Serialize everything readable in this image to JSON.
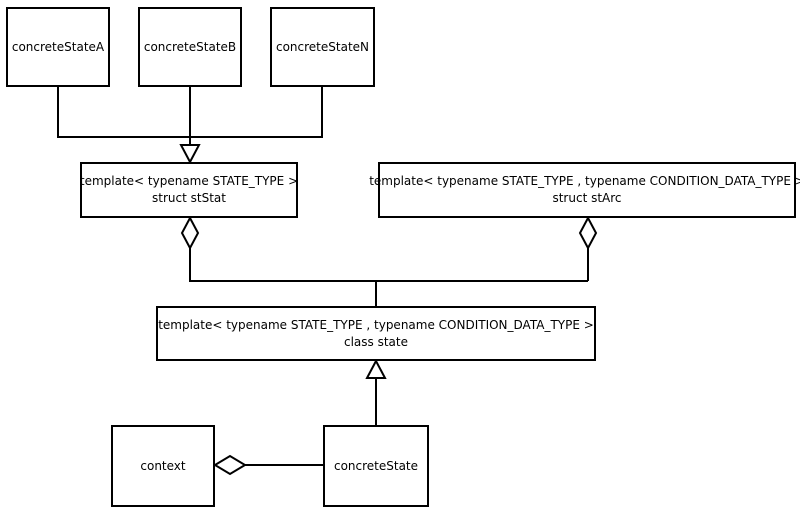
{
  "diagram": {
    "nodes": {
      "concreteStateA": {
        "lines": [
          "concreteStateA"
        ]
      },
      "concreteStateB": {
        "lines": [
          "concreteStateB"
        ]
      },
      "concreteStateN": {
        "lines": [
          "concreteStateN"
        ]
      },
      "stStat": {
        "lines": [
          "template< typename STATE_TYPE >",
          "struct stStat"
        ]
      },
      "stArc": {
        "lines": [
          "template< typename STATE_TYPE , typename CONDITION_DATA_TYPE >",
          "struct stArc"
        ]
      },
      "state": {
        "lines": [
          "template< typename STATE_TYPE , typename CONDITION_DATA_TYPE >",
          "class state"
        ]
      },
      "context": {
        "lines": [
          "context"
        ]
      },
      "concreteState": {
        "lines": [
          "concreteState"
        ]
      }
    },
    "relations": [
      {
        "type": "generalization",
        "from": [
          "concreteStateA",
          "concreteStateB",
          "concreteStateN"
        ],
        "to": "stStat"
      },
      {
        "type": "aggregation",
        "whole": "stStat",
        "part": "state"
      },
      {
        "type": "aggregation",
        "whole": "stArc",
        "part": "state"
      },
      {
        "type": "generalization",
        "from": [
          "concreteState"
        ],
        "to": "state"
      },
      {
        "type": "aggregation",
        "whole": "context",
        "part": "concreteState"
      }
    ]
  }
}
